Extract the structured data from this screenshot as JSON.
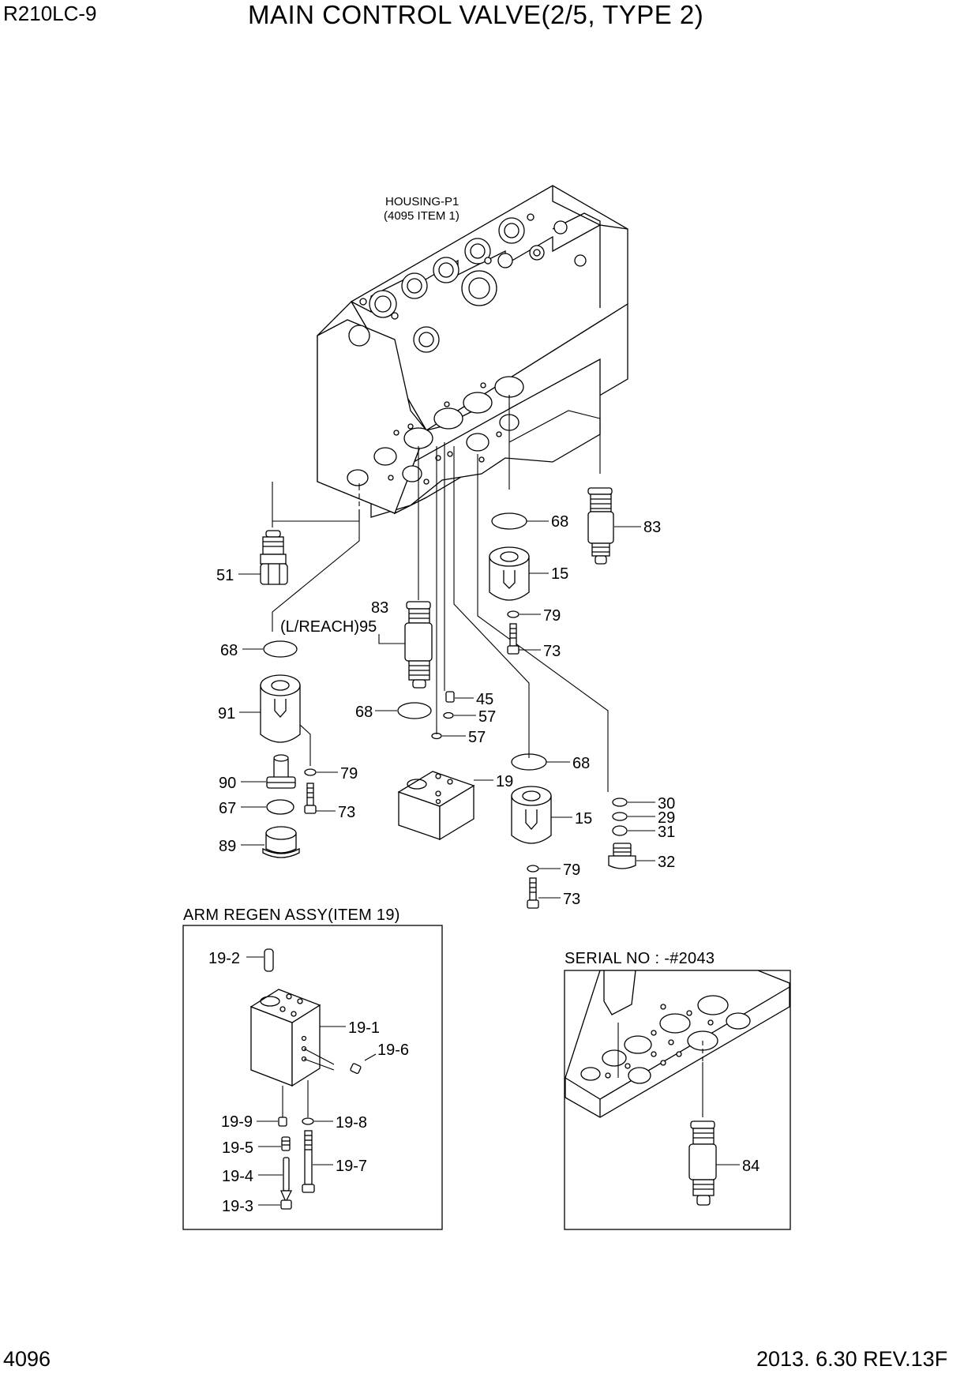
{
  "header": {
    "model": "R210LC-9",
    "title": "MAIN CONTROL VALVE(2/5, TYPE 2)"
  },
  "footer": {
    "page_number": "4096",
    "date_revision": "2013. 6.30  REV.13F"
  },
  "housing": {
    "label_line1": "HOUSING-P1",
    "label_line2": "(4095 ITEM 1)"
  },
  "callouts": {
    "c83a": "83",
    "c68a": "68",
    "c15a": "15",
    "c79a": "79",
    "c73a": "73",
    "c51": "51",
    "c83b": "83",
    "c95": "(L/REACH)95",
    "c68b": "68",
    "c91": "91",
    "c79b": "79",
    "c90": "90",
    "c67": "67",
    "c73b": "73",
    "c89": "89",
    "c45": "45",
    "c57a": "57",
    "c57b": "57",
    "c68c": "68",
    "c19": "19",
    "c68d": "68",
    "c15b": "15",
    "c79c": "79",
    "c73c": "73",
    "c30": "30",
    "c29": "29",
    "c31": "31",
    "c32": "32"
  },
  "arm_regen": {
    "title": "ARM REGEN ASSY(ITEM 19)",
    "callouts": {
      "a2": "19-2",
      "a1": "19-1",
      "a6": "19-6",
      "a9": "19-9",
      "a8": "19-8",
      "a5": "19-5",
      "a7": "19-7",
      "a4": "19-4",
      "a3": "19-3"
    }
  },
  "serial": {
    "title": "SERIAL NO : -#2043",
    "callouts": {
      "s84": "84"
    }
  }
}
